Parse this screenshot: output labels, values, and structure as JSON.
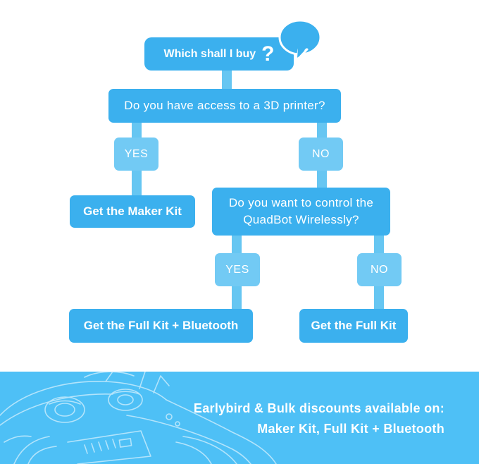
{
  "flowchart": {
    "title": "Which shall I buy",
    "title_icon": "speech-bubble-question-icon",
    "question_1": "Do you have access to a 3D printer?",
    "q1_yes": "YES",
    "q1_no": "NO",
    "result_maker": "Get the Maker Kit",
    "question_2_line1": "Do you want to control the",
    "question_2_line2": "QuadBot Wirelessly?",
    "q2_yes": "YES",
    "q2_no": "NO",
    "result_full_bluetooth": "Get the Full Kit + Bluetooth",
    "result_full": "Get the Full Kit"
  },
  "banner": {
    "line1": "Earlybird & Bulk discounts available on:",
    "line2": "Maker Kit, Full Kit + Bluetooth",
    "illustration": "quadbot-robot-line-art"
  },
  "colors": {
    "box": "#3bb0ee",
    "pill": "#72caf4",
    "connector": "#66c6f2",
    "banner": "#4ec0f6",
    "text": "#ffffff"
  }
}
